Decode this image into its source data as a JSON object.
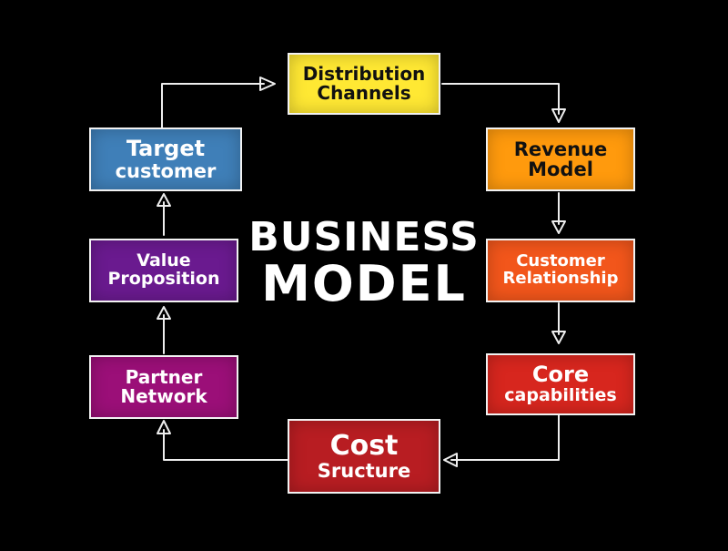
{
  "title": {
    "line1": "BUSINESS",
    "line2": "MODEL"
  },
  "nodes": {
    "distribution": {
      "line1": "Distribution",
      "line2": "Channels",
      "color": "#ffe833"
    },
    "revenue": {
      "line1": "Revenue",
      "line2": "Model",
      "color": "#ff9a0d"
    },
    "customer_relationship": {
      "line1": "Customer",
      "line2": "Relationship",
      "color": "#f2561b"
    },
    "core": {
      "line1": "Core",
      "line2": "capabilities",
      "color": "#d7261e"
    },
    "cost": {
      "line1": "Cost",
      "line2": "Sructure",
      "color": "#b81d22"
    },
    "partner": {
      "line1": "Partner",
      "line2": "Network",
      "color": "#9b0f78"
    },
    "value": {
      "line1": "Value",
      "line2": "Proposition",
      "color": "#6a1a8f"
    },
    "target": {
      "line1": "Target",
      "line2": "customer",
      "color": "#3f7fb8"
    }
  },
  "connector_color": "#eeeeee",
  "background_color": "#000000"
}
